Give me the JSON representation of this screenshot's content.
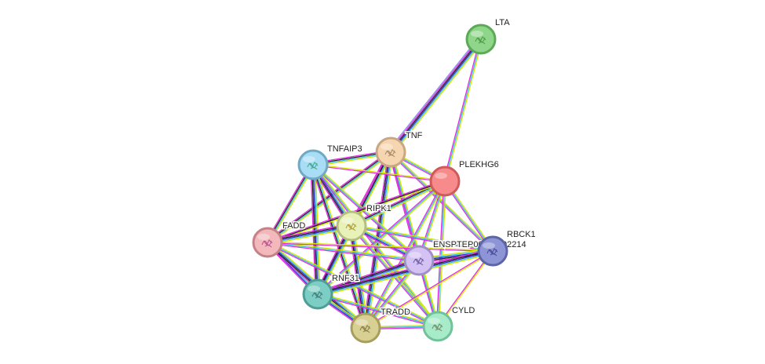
{
  "nodes": [
    {
      "id": "LTA",
      "label": "LTA",
      "color": "#8fd68a",
      "border": "#5aaa56",
      "glyph_color": "#3f8f3a"
    },
    {
      "id": "TNF",
      "label": "TNF",
      "color": "#f6d6b0",
      "border": "#c9a783",
      "glyph_color": "#9a7a5a"
    },
    {
      "id": "TNFAIP3",
      "label": "TNFAIP3",
      "color": "#a9dcf5",
      "border": "#6fa9c4",
      "glyph_color": "#2a9d7c"
    },
    {
      "id": "PLEKHG6",
      "label": "PLEKHG6",
      "color": "#f78a8a",
      "border": "#cf5a5a",
      "glyph_color": ""
    },
    {
      "id": "RIPK1",
      "label": "RIPK1",
      "color": "#e8f2b8",
      "border": "#b3bf7f",
      "glyph_color": "#a08a2a"
    },
    {
      "id": "FADD",
      "label": "FADD",
      "color": "#f2b8bc",
      "border": "#c48287",
      "glyph_color": "#b03a8a"
    },
    {
      "id": "ENSPTEP00000002214",
      "label": "ENSPTEP00000002214",
      "color": "#d3c2f3",
      "border": "#a090c4",
      "glyph_color": "#5a4a8a"
    },
    {
      "id": "RBCK1",
      "label": "RBCK1",
      "color": "#8e95d6",
      "border": "#5d64a8",
      "glyph_color": "#3a3a8a"
    },
    {
      "id": "RNF31",
      "label": "RNF31",
      "color": "#7ccdc4",
      "border": "#4f9e96",
      "glyph_color": "#3a6a6a"
    },
    {
      "id": "TRADD",
      "label": "TRADD",
      "color": "#d8cf92",
      "border": "#a69d5e",
      "glyph_color": "#7a6a3a"
    },
    {
      "id": "CYLD",
      "label": "CYLD",
      "color": "#a8ebc9",
      "border": "#6fc29a",
      "glyph_color": "#6a7a5a"
    }
  ],
  "edges": [
    {
      "source": "LTA",
      "target": "TNF",
      "colors": [
        "#d8e600",
        "#40c0e0",
        "#3030c0",
        "#202020",
        "#e030e0",
        "#9090f0"
      ]
    },
    {
      "source": "LTA",
      "target": "PLEKHG6",
      "colors": [
        "#d8e600",
        "#40c0e0",
        "#e030e0"
      ]
    },
    {
      "source": "TNF",
      "target": "TNFAIP3",
      "colors": [
        "#d8e600",
        "#40c0e0",
        "#202020",
        "#e030e0"
      ]
    },
    {
      "source": "TNF",
      "target": "PLEKHG6",
      "colors": [
        "#d8e600",
        "#40c0e0",
        "#e030e0"
      ]
    },
    {
      "source": "TNF",
      "target": "RIPK1",
      "colors": [
        "#d8e600",
        "#40c0e0",
        "#3030c0",
        "#202020",
        "#e030e0"
      ]
    },
    {
      "source": "TNF",
      "target": "FADD",
      "colors": [
        "#d8e600",
        "#40c0e0",
        "#202020",
        "#e030e0"
      ]
    },
    {
      "source": "TNF",
      "target": "ENSPTEP00000002214",
      "colors": [
        "#d8e600",
        "#40c0e0",
        "#3030c0",
        "#e030e0"
      ]
    },
    {
      "source": "TNF",
      "target": "RBCK1",
      "colors": [
        "#d8e600",
        "#40c0e0",
        "#e030e0"
      ]
    },
    {
      "source": "TNF",
      "target": "RNF31",
      "colors": [
        "#d8e600",
        "#40c0e0",
        "#202020",
        "#e030e0"
      ]
    },
    {
      "source": "TNF",
      "target": "TRADD",
      "colors": [
        "#d8e600",
        "#40c0e0",
        "#3030c0",
        "#202020",
        "#e030e0"
      ]
    },
    {
      "source": "TNF",
      "target": "CYLD",
      "colors": [
        "#d8e600",
        "#40c0e0",
        "#e030e0"
      ]
    },
    {
      "source": "TNFAIP3",
      "target": "RIPK1",
      "colors": [
        "#d8e600",
        "#40c0e0",
        "#3030c0",
        "#202020",
        "#e030e0"
      ]
    },
    {
      "source": "TNFAIP3",
      "target": "FADD",
      "colors": [
        "#d8e600",
        "#40c0e0",
        "#202020",
        "#e030e0"
      ]
    },
    {
      "source": "TNFAIP3",
      "target": "ENSPTEP00000002214",
      "colors": [
        "#d8e600",
        "#40c0e0",
        "#e030e0"
      ]
    },
    {
      "source": "TNFAIP3",
      "target": "RNF31",
      "colors": [
        "#d8e600",
        "#40c0e0",
        "#3030c0",
        "#202020",
        "#e030e0"
      ]
    },
    {
      "source": "TNFAIP3",
      "target": "TRADD",
      "colors": [
        "#d8e600",
        "#40c0e0",
        "#202020",
        "#e030e0"
      ]
    },
    {
      "source": "TNFAIP3",
      "target": "CYLD",
      "colors": [
        "#d8e600",
        "#40c0e0",
        "#e030e0"
      ]
    },
    {
      "source": "TNFAIP3",
      "target": "PLEKHG6",
      "colors": [
        "#d8e600",
        "#e030e0"
      ]
    },
    {
      "source": "PLEKHG6",
      "target": "RIPK1",
      "colors": [
        "#d8e600",
        "#40c0e0",
        "#202020",
        "#e030e0"
      ]
    },
    {
      "source": "PLEKHG6",
      "target": "FADD",
      "colors": [
        "#d8e600",
        "#202020",
        "#e030e0"
      ]
    },
    {
      "source": "PLEKHG6",
      "target": "ENSPTEP00000002214",
      "colors": [
        "#d8e600",
        "#40c0e0",
        "#e030e0"
      ]
    },
    {
      "source": "PLEKHG6",
      "target": "RBCK1",
      "colors": [
        "#d8e600",
        "#40c0e0",
        "#e030e0"
      ]
    },
    {
      "source": "PLEKHG6",
      "target": "RNF31",
      "colors": [
        "#d8e600",
        "#40c0e0",
        "#e030e0"
      ]
    },
    {
      "source": "PLEKHG6",
      "target": "TRADD",
      "colors": [
        "#d8e600",
        "#40c0e0",
        "#e030e0"
      ]
    },
    {
      "source": "PLEKHG6",
      "target": "CYLD",
      "colors": [
        "#d8e600",
        "#40c0e0",
        "#e030e0"
      ]
    },
    {
      "source": "RIPK1",
      "target": "FADD",
      "colors": [
        "#d8e600",
        "#40c0e0",
        "#3030c0",
        "#202020",
        "#e030e0"
      ]
    },
    {
      "source": "RIPK1",
      "target": "ENSPTEP00000002214",
      "colors": [
        "#d8e600",
        "#40c0e0",
        "#3030c0",
        "#e030e0"
      ]
    },
    {
      "source": "RIPK1",
      "target": "RBCK1",
      "colors": [
        "#d8e600",
        "#40c0e0",
        "#e030e0"
      ]
    },
    {
      "source": "RIPK1",
      "target": "RNF31",
      "colors": [
        "#d8e600",
        "#40c0e0",
        "#3030c0",
        "#202020",
        "#e030e0"
      ]
    },
    {
      "source": "RIPK1",
      "target": "TRADD",
      "colors": [
        "#d8e600",
        "#40c0e0",
        "#3030c0",
        "#202020",
        "#e030e0"
      ]
    },
    {
      "source": "RIPK1",
      "target": "CYLD",
      "colors": [
        "#d8e600",
        "#40c0e0",
        "#e030e0"
      ]
    },
    {
      "source": "FADD",
      "target": "ENSPTEP00000002214",
      "colors": [
        "#d8e600",
        "#40c0e0",
        "#e030e0"
      ]
    },
    {
      "source": "FADD",
      "target": "RNF31",
      "colors": [
        "#d8e600",
        "#40c0e0",
        "#3030c0",
        "#e030e0"
      ]
    },
    {
      "source": "FADD",
      "target": "TRADD",
      "colors": [
        "#d8e600",
        "#40c0e0",
        "#3030c0",
        "#202020",
        "#e030e0"
      ]
    },
    {
      "source": "FADD",
      "target": "CYLD",
      "colors": [
        "#d8e600",
        "#40c0e0",
        "#e030e0"
      ]
    },
    {
      "source": "FADD",
      "target": "RBCK1",
      "colors": [
        "#d8e600",
        "#e030e0"
      ]
    },
    {
      "source": "ENSPTEP00000002214",
      "target": "RBCK1",
      "colors": [
        "#d8e600",
        "#40c0e0",
        "#3030c0",
        "#202020",
        "#e030e0"
      ]
    },
    {
      "source": "ENSPTEP00000002214",
      "target": "RNF31",
      "colors": [
        "#d8e600",
        "#40c0e0",
        "#3030c0",
        "#202020",
        "#e030e0"
      ]
    },
    {
      "source": "ENSPTEP00000002214",
      "target": "TRADD",
      "colors": [
        "#d8e600",
        "#40c0e0",
        "#e030e0"
      ]
    },
    {
      "source": "ENSPTEP00000002214",
      "target": "CYLD",
      "colors": [
        "#d8e600",
        "#40c0e0",
        "#e030e0"
      ]
    },
    {
      "source": "RBCK1",
      "target": "RNF31",
      "colors": [
        "#d8e600",
        "#40c0e0",
        "#3030c0",
        "#202020",
        "#e030e0"
      ]
    },
    {
      "source": "RBCK1",
      "target": "CYLD",
      "colors": [
        "#d8e600",
        "#e030e0"
      ]
    },
    {
      "source": "RBCK1",
      "target": "TRADD",
      "colors": [
        "#d8e600",
        "#e030e0"
      ]
    },
    {
      "source": "RNF31",
      "target": "TRADD",
      "colors": [
        "#d8e600",
        "#40c0e0",
        "#3030c0",
        "#e030e0"
      ]
    },
    {
      "source": "RNF31",
      "target": "CYLD",
      "colors": [
        "#d8e600",
        "#40c0e0",
        "#e030e0"
      ]
    },
    {
      "source": "TRADD",
      "target": "CYLD",
      "colors": [
        "#d8e600",
        "#40c0e0",
        "#e030e0"
      ]
    }
  ]
}
